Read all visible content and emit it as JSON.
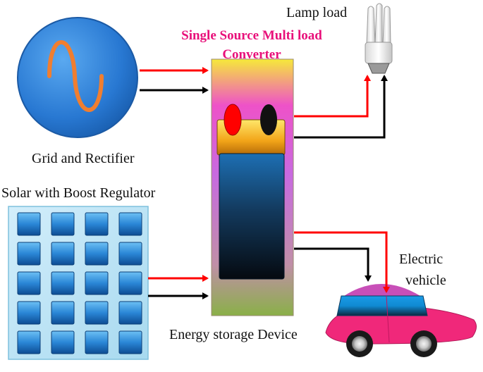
{
  "diagram": {
    "title": [
      "Single Source Multi load",
      "Converter"
    ],
    "labels": {
      "grid": "Grid and Rectifier",
      "solar": "Solar with Boost Regulator",
      "storage": "Energy storage Device",
      "lamp": "Lamp load",
      "ev": [
        "Electric",
        "vehicle"
      ]
    },
    "colors": {
      "title": "#e8107a",
      "positive_wire": "#ff0000",
      "negative_wire": "#000000",
      "grid_circle": "#2e7fd6",
      "sine_wave": "#f07e30",
      "solar_panel": "#bfe6f5",
      "solar_cell": "#2f88d8",
      "car_body": "#f0287a",
      "car_roof": "#1591dc"
    }
  }
}
